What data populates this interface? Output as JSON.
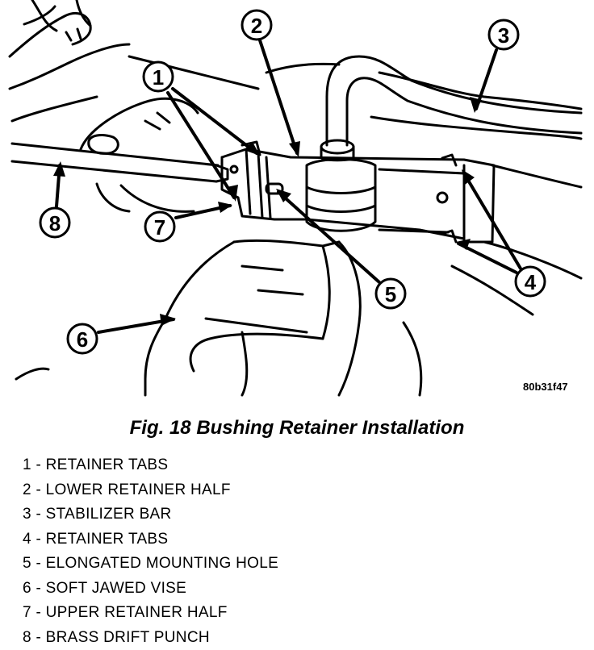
{
  "figure": {
    "code": "80b31f47",
    "caption": "Fig. 18 Bushing Retainer Installation"
  },
  "callouts": [
    {
      "num": "1"
    },
    {
      "num": "2"
    },
    {
      "num": "3"
    },
    {
      "num": "4"
    },
    {
      "num": "5"
    },
    {
      "num": "6"
    },
    {
      "num": "7"
    },
    {
      "num": "8"
    }
  ],
  "legend": [
    "1 - RETAINER TABS",
    "2 - LOWER RETAINER HALF",
    "3 - STABILIZER BAR",
    "4 - RETAINER TABS",
    "5 - ELONGATED MOUNTING HOLE",
    "6 - SOFT JAWED VISE",
    "7 - UPPER RETAINER HALF",
    "8 - BRASS DRIFT PUNCH"
  ]
}
